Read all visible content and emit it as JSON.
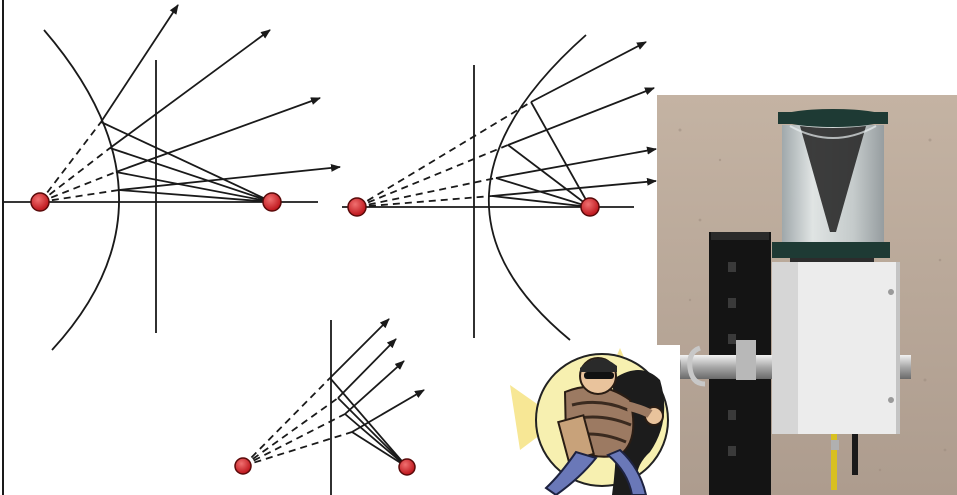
{
  "figure": {
    "panels": [
      {
        "name": "hyperbola-reflection-left"
      },
      {
        "name": "hyperbola-reflection-right"
      },
      {
        "name": "ray-reflection-bottom"
      },
      {
        "name": "burglar-cartoon"
      },
      {
        "name": "sensor-photo"
      }
    ]
  },
  "colors": {
    "line": "#1a1a1a",
    "focus_fill": "#d0252b",
    "focus_stroke": "#5a0a0a",
    "ground": "#b9a89a",
    "cartoon_bg": "#f7f0b0"
  }
}
